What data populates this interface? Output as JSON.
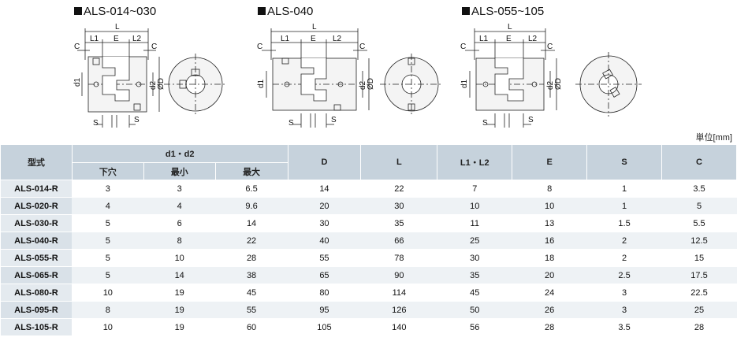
{
  "drawings": [
    {
      "title": "ALS-014~030",
      "dims": {
        "L": "L",
        "L1": "L1",
        "E": "E",
        "L2": "L2",
        "C": "C",
        "d1": "d1",
        "d2": "d2",
        "D": "ØD",
        "S": "S"
      }
    },
    {
      "title": "ALS-040",
      "dims": {
        "L": "L",
        "L1": "L1",
        "E": "E",
        "L2": "L2",
        "C": "C",
        "d1": "d1",
        "d2": "d2",
        "D": "ØD",
        "S": "S"
      }
    },
    {
      "title": "ALS-055~105",
      "dims": {
        "L": "L",
        "L1": "L1",
        "E": "E",
        "L2": "L2",
        "C": "C",
        "d1": "d1",
        "d2": "d2",
        "D": "ØD",
        "S": "S"
      }
    }
  ],
  "unit_label": "単位[mm]",
  "table": {
    "headers": {
      "model": "型式",
      "d_group": "d1・d2",
      "d_sub": [
        "下穴",
        "最小",
        "最大"
      ],
      "D": "D",
      "L": "L",
      "L1L2": "L1・L2",
      "E": "E",
      "S": "S",
      "C": "C"
    },
    "rows": [
      {
        "model": "ALS-014-R",
        "pilot": "3",
        "min": "3",
        "max": "6.5",
        "D": "14",
        "L": "22",
        "L1L2": "7",
        "E": "8",
        "S": "1",
        "C": "3.5"
      },
      {
        "model": "ALS-020-R",
        "pilot": "4",
        "min": "4",
        "max": "9.6",
        "D": "20",
        "L": "30",
        "L1L2": "10",
        "E": "10",
        "S": "1",
        "C": "5"
      },
      {
        "model": "ALS-030-R",
        "pilot": "5",
        "min": "6",
        "max": "14",
        "D": "30",
        "L": "35",
        "L1L2": "11",
        "E": "13",
        "S": "1.5",
        "C": "5.5"
      },
      {
        "model": "ALS-040-R",
        "pilot": "5",
        "min": "8",
        "max": "22",
        "D": "40",
        "L": "66",
        "L1L2": "25",
        "E": "16",
        "S": "2",
        "C": "12.5"
      },
      {
        "model": "ALS-055-R",
        "pilot": "5",
        "min": "10",
        "max": "28",
        "D": "55",
        "L": "78",
        "L1L2": "30",
        "E": "18",
        "S": "2",
        "C": "15"
      },
      {
        "model": "ALS-065-R",
        "pilot": "5",
        "min": "14",
        "max": "38",
        "D": "65",
        "L": "90",
        "L1L2": "35",
        "E": "20",
        "S": "2.5",
        "C": "17.5"
      },
      {
        "model": "ALS-080-R",
        "pilot": "10",
        "min": "19",
        "max": "45",
        "D": "80",
        "L": "114",
        "L1L2": "45",
        "E": "24",
        "S": "3",
        "C": "22.5"
      },
      {
        "model": "ALS-095-R",
        "pilot": "8",
        "min": "19",
        "max": "55",
        "D": "95",
        "L": "126",
        "L1L2": "50",
        "E": "26",
        "S": "3",
        "C": "25"
      },
      {
        "model": "ALS-105-R",
        "pilot": "10",
        "min": "19",
        "max": "60",
        "D": "105",
        "L": "140",
        "L1L2": "56",
        "E": "28",
        "S": "3.5",
        "C": "28"
      }
    ]
  }
}
